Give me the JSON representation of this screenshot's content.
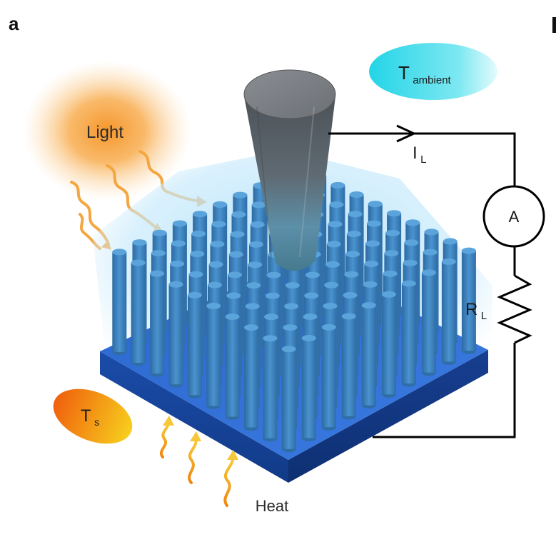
{
  "panel_label": "a",
  "labels": {
    "light": "Light",
    "ambient_main": "T",
    "ambient_sub": "ambient",
    "current_main": "I",
    "current_sub": "L",
    "ammeter": "A",
    "resistor_main": "R",
    "resistor_sub": "L",
    "substrate_temp_main": "T",
    "substrate_temp_sub": "s",
    "heat": "Heat"
  },
  "colors": {
    "light_glow": "#f7a23a",
    "ambient_ellipse": "#33dce8",
    "substrate_temp_start": "#f26a10",
    "substrate_temp_end": "#f5c518",
    "substrate_top": "#2e6fd6",
    "substrate_side": "#123a8a",
    "pillar": "#3f86c2",
    "halo": "#bfe6fb",
    "probe": "#5f6469",
    "wire": "#000000",
    "light_arrow": "#f4a640",
    "heat_arrow": "#f39a1e"
  }
}
